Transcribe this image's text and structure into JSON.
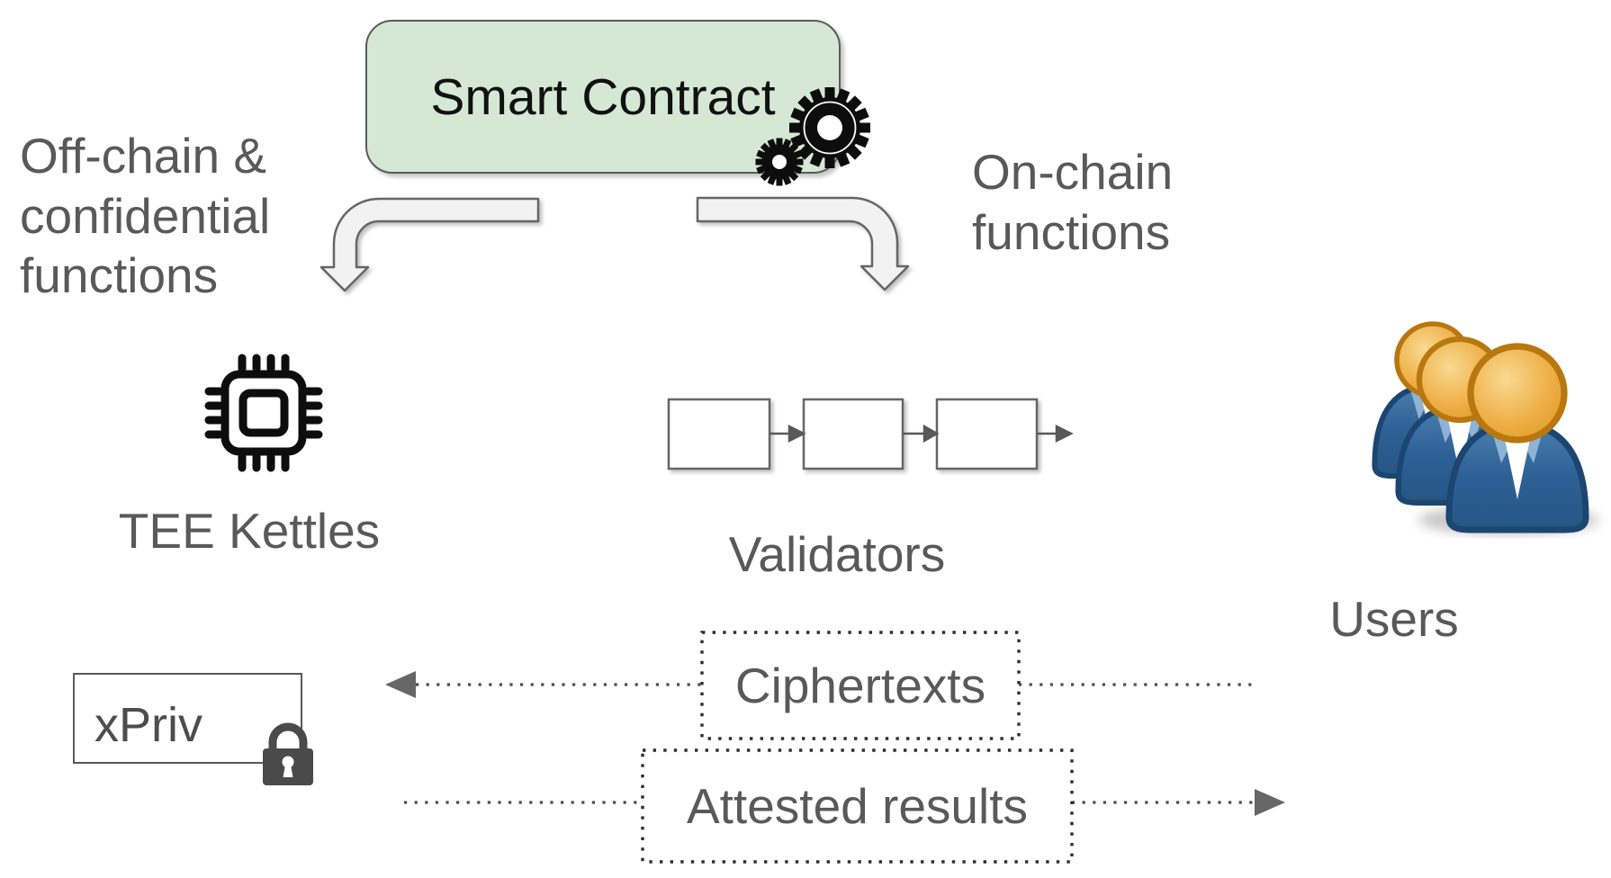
{
  "smart_contract": {
    "label": "Smart Contract"
  },
  "branches": {
    "left_label": "Off-chain &\nconfidential\nfunctions",
    "right_label": "On-chain\nfunctions"
  },
  "tee": {
    "label": "TEE Kettles"
  },
  "validators": {
    "label": "Validators",
    "block_count": 3
  },
  "users": {
    "label": "Users"
  },
  "key_box": {
    "label": "xPriv"
  },
  "flows": {
    "ciphertexts": {
      "label": "Ciphertexts",
      "direction": "right-to-left"
    },
    "attested_results": {
      "label": "Attested results",
      "direction": "left-to-right"
    }
  },
  "icons": [
    "gears-icon",
    "cpu-icon",
    "users-icon",
    "lock-icon",
    "blockchain-blocks"
  ],
  "colors": {
    "contract_fill": "#d5e8d4",
    "contract_border": "#5b5b5b",
    "arrow_fill": "#f2f2f2",
    "arrow_border": "#666666",
    "label_text": "#595959",
    "dotted_box": "#2e2e2e",
    "dotted_line": "#4d4d4d",
    "icon_black": "#0d0d0d",
    "lock_gray": "#4a4a4a",
    "users_blue": "#2d6095",
    "users_orange": "#e9a637"
  }
}
